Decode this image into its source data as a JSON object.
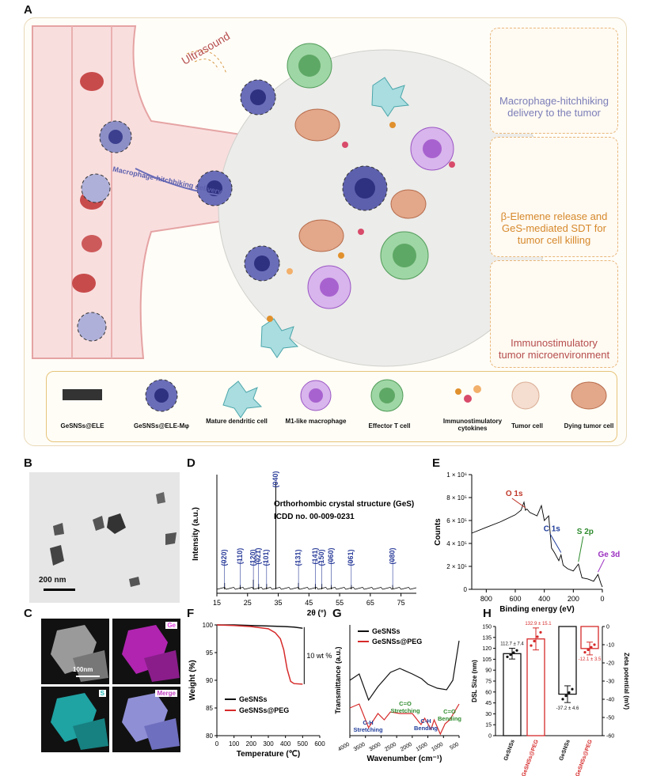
{
  "panel_labels": [
    "A",
    "B",
    "C",
    "D",
    "E",
    "F",
    "G",
    "H"
  ],
  "panelA": {
    "ultrasound": "Ultrasound",
    "hitchhiking": "Macrophage-hitchhiking delivery",
    "box1": "Macrophage-hitchhiking delivery to the tumor",
    "box2": "β-Elemene release and GeS-mediated SDT for tumor cell killing",
    "box3": "Immunostimulatory tumor microenvironment",
    "legend": [
      "GeSNSs@ELE",
      "GeSNSs@ELE-Mφ",
      "Mature dendritic cell",
      "M1-like macrophage",
      "Effector T cell",
      "Immunostimulatory cytokines",
      "Tumor cell",
      "Dying tumor cell"
    ]
  },
  "panelB": {
    "scale": "200 nm"
  },
  "panelC": {
    "scale": "100nm",
    "labels": [
      "Ge",
      "S",
      "Merge"
    ]
  },
  "chart_data": [
    {
      "id": "D",
      "type": "line",
      "title": "Orthorhombic crystal structure (GeS)",
      "subtitle": "ICDD no. 00-009-0231",
      "xlabel": "2θ (°)",
      "ylabel": "Intensity (a.u.)",
      "xlim": [
        15,
        80
      ],
      "xticks": [
        15,
        25,
        35,
        45,
        55,
        65,
        75
      ],
      "peaks": [
        {
          "x": 17.5,
          "h": 0.06,
          "label": "(020)"
        },
        {
          "x": 22.6,
          "h": 0.04,
          "label": "(110)"
        },
        {
          "x": 26.9,
          "h": 0.09,
          "label": "(120)"
        },
        {
          "x": 28.6,
          "h": 0.05,
          "label": "(021)"
        },
        {
          "x": 31.2,
          "h": 0.05,
          "label": "(101)"
        },
        {
          "x": 34.2,
          "h": 1.0,
          "label": "(040)"
        },
        {
          "x": 41.6,
          "h": 0.06,
          "label": "(131)"
        },
        {
          "x": 47.1,
          "h": 0.05,
          "label": "(141)"
        },
        {
          "x": 49.2,
          "h": 0.05,
          "label": "(150)"
        },
        {
          "x": 52.3,
          "h": 0.04,
          "label": "(060)"
        },
        {
          "x": 58.8,
          "h": 0.04,
          "label": "(061)"
        },
        {
          "x": 72.3,
          "h": 0.04,
          "label": "(080)"
        }
      ]
    },
    {
      "id": "E",
      "type": "line",
      "xlabel": "Binding energy (eV)",
      "ylabel": "Counts",
      "xlim": [
        900,
        0
      ],
      "ylim": [
        0,
        1000000
      ],
      "xticks": [
        800,
        600,
        400,
        200,
        0
      ],
      "yticks": [
        "0",
        "2 × 10⁵",
        "4 × 10⁵",
        "6 × 10⁵",
        "8 × 10⁵",
        "1 × 10⁶"
      ],
      "x": [
        900,
        800,
        700,
        600,
        560,
        540,
        530,
        520,
        500,
        450,
        420,
        400,
        370,
        350,
        330,
        300,
        285,
        270,
        240,
        200,
        165,
        140,
        100,
        60,
        30,
        10,
        0
      ],
      "y": [
        490000,
        540000,
        590000,
        650000,
        690000,
        760000,
        690000,
        700000,
        670000,
        640000,
        730000,
        600000,
        640000,
        360000,
        320000,
        250000,
        300000,
        210000,
        180000,
        160000,
        220000,
        100000,
        90000,
        70000,
        130000,
        50000,
        20000
      ],
      "annotations": [
        {
          "label": "O 1s",
          "x": 530,
          "color": "#c0392b"
        },
        {
          "label": "C 1s",
          "x": 285,
          "color": "#1f3c9a"
        },
        {
          "label": "S 2p",
          "x": 165,
          "color": "#2e8b2e"
        },
        {
          "label": "Ge 3d",
          "x": 30,
          "color": "#9b30c0"
        }
      ]
    },
    {
      "id": "F",
      "type": "line",
      "xlabel": "Temperature (℃)",
      "ylabel": "Weight (%)",
      "xlim": [
        0,
        600
      ],
      "ylim": [
        80,
        100
      ],
      "xticks": [
        0,
        100,
        200,
        300,
        400,
        500,
        600
      ],
      "yticks": [
        80,
        85,
        90,
        95,
        100
      ],
      "annotation": "10 wt %",
      "series": [
        {
          "name": "GeSNSs",
          "color": "#111111",
          "x": [
            0,
            100,
            200,
            300,
            400,
            450,
            500
          ],
          "y": [
            100,
            100,
            99.9,
            99.8,
            99.7,
            99.6,
            99.4
          ]
        },
        {
          "name": "GeSNSs@PEG",
          "color": "#d62a2a",
          "x": [
            0,
            100,
            200,
            300,
            340,
            370,
            390,
            410,
            430,
            450,
            500
          ],
          "y": [
            100,
            99.9,
            99.7,
            99.3,
            98.6,
            97.5,
            95.5,
            92.0,
            89.8,
            89.4,
            89.3
          ]
        }
      ]
    },
    {
      "id": "G",
      "type": "line",
      "xlabel": "Wavenumber (cm⁻¹)",
      "ylabel": "Transmittance (a.u.)",
      "xlim": [
        4000,
        500
      ],
      "xticks": [
        4000,
        3500,
        3000,
        2500,
        2000,
        1500,
        1000,
        500
      ],
      "series": [
        {
          "name": "GeSNSs",
          "color": "#111111"
        },
        {
          "name": "GeSNSs@PEG",
          "color": "#d62a2a"
        }
      ],
      "annotations": [
        {
          "label": "C-H Stretching",
          "color": "#1f3c9a"
        },
        {
          "label": "C=O Stretching",
          "color": "#2e8b2e"
        },
        {
          "label": "C-H Bending",
          "color": "#1f3c9a"
        },
        {
          "label": "C=O Bending",
          "color": "#2e8b2e"
        }
      ]
    },
    {
      "id": "H",
      "type": "bar",
      "ylabel_left": "DSL Size (nm)",
      "ylabel_right": "Zeta potential (mV)",
      "ylim_left": [
        0,
        150
      ],
      "ylim_right": [
        -60,
        0
      ],
      "yticks_left": [
        0,
        15,
        30,
        45,
        60,
        75,
        90,
        105,
        120,
        135,
        150
      ],
      "yticks_right": [
        0,
        -10,
        -20,
        -30,
        -40,
        -50,
        -60
      ],
      "categories": [
        "GeSNSs",
        "GeSNSs@PEG",
        "GeSNSs",
        "GeSNSs@PEG"
      ],
      "values": [
        112.7,
        132.9,
        -37.2,
        -12.1
      ],
      "errors": [
        7.4,
        15.1,
        4.6,
        3.5
      ],
      "value_labels": [
        "112.7 ± 7.4",
        "132.9 ± 15.1",
        "-37.2 ± 4.6",
        "-12.1 ± 3.5"
      ],
      "colors": [
        "#111111",
        "#d62a2a",
        "#111111",
        "#d62a2a"
      ]
    }
  ]
}
